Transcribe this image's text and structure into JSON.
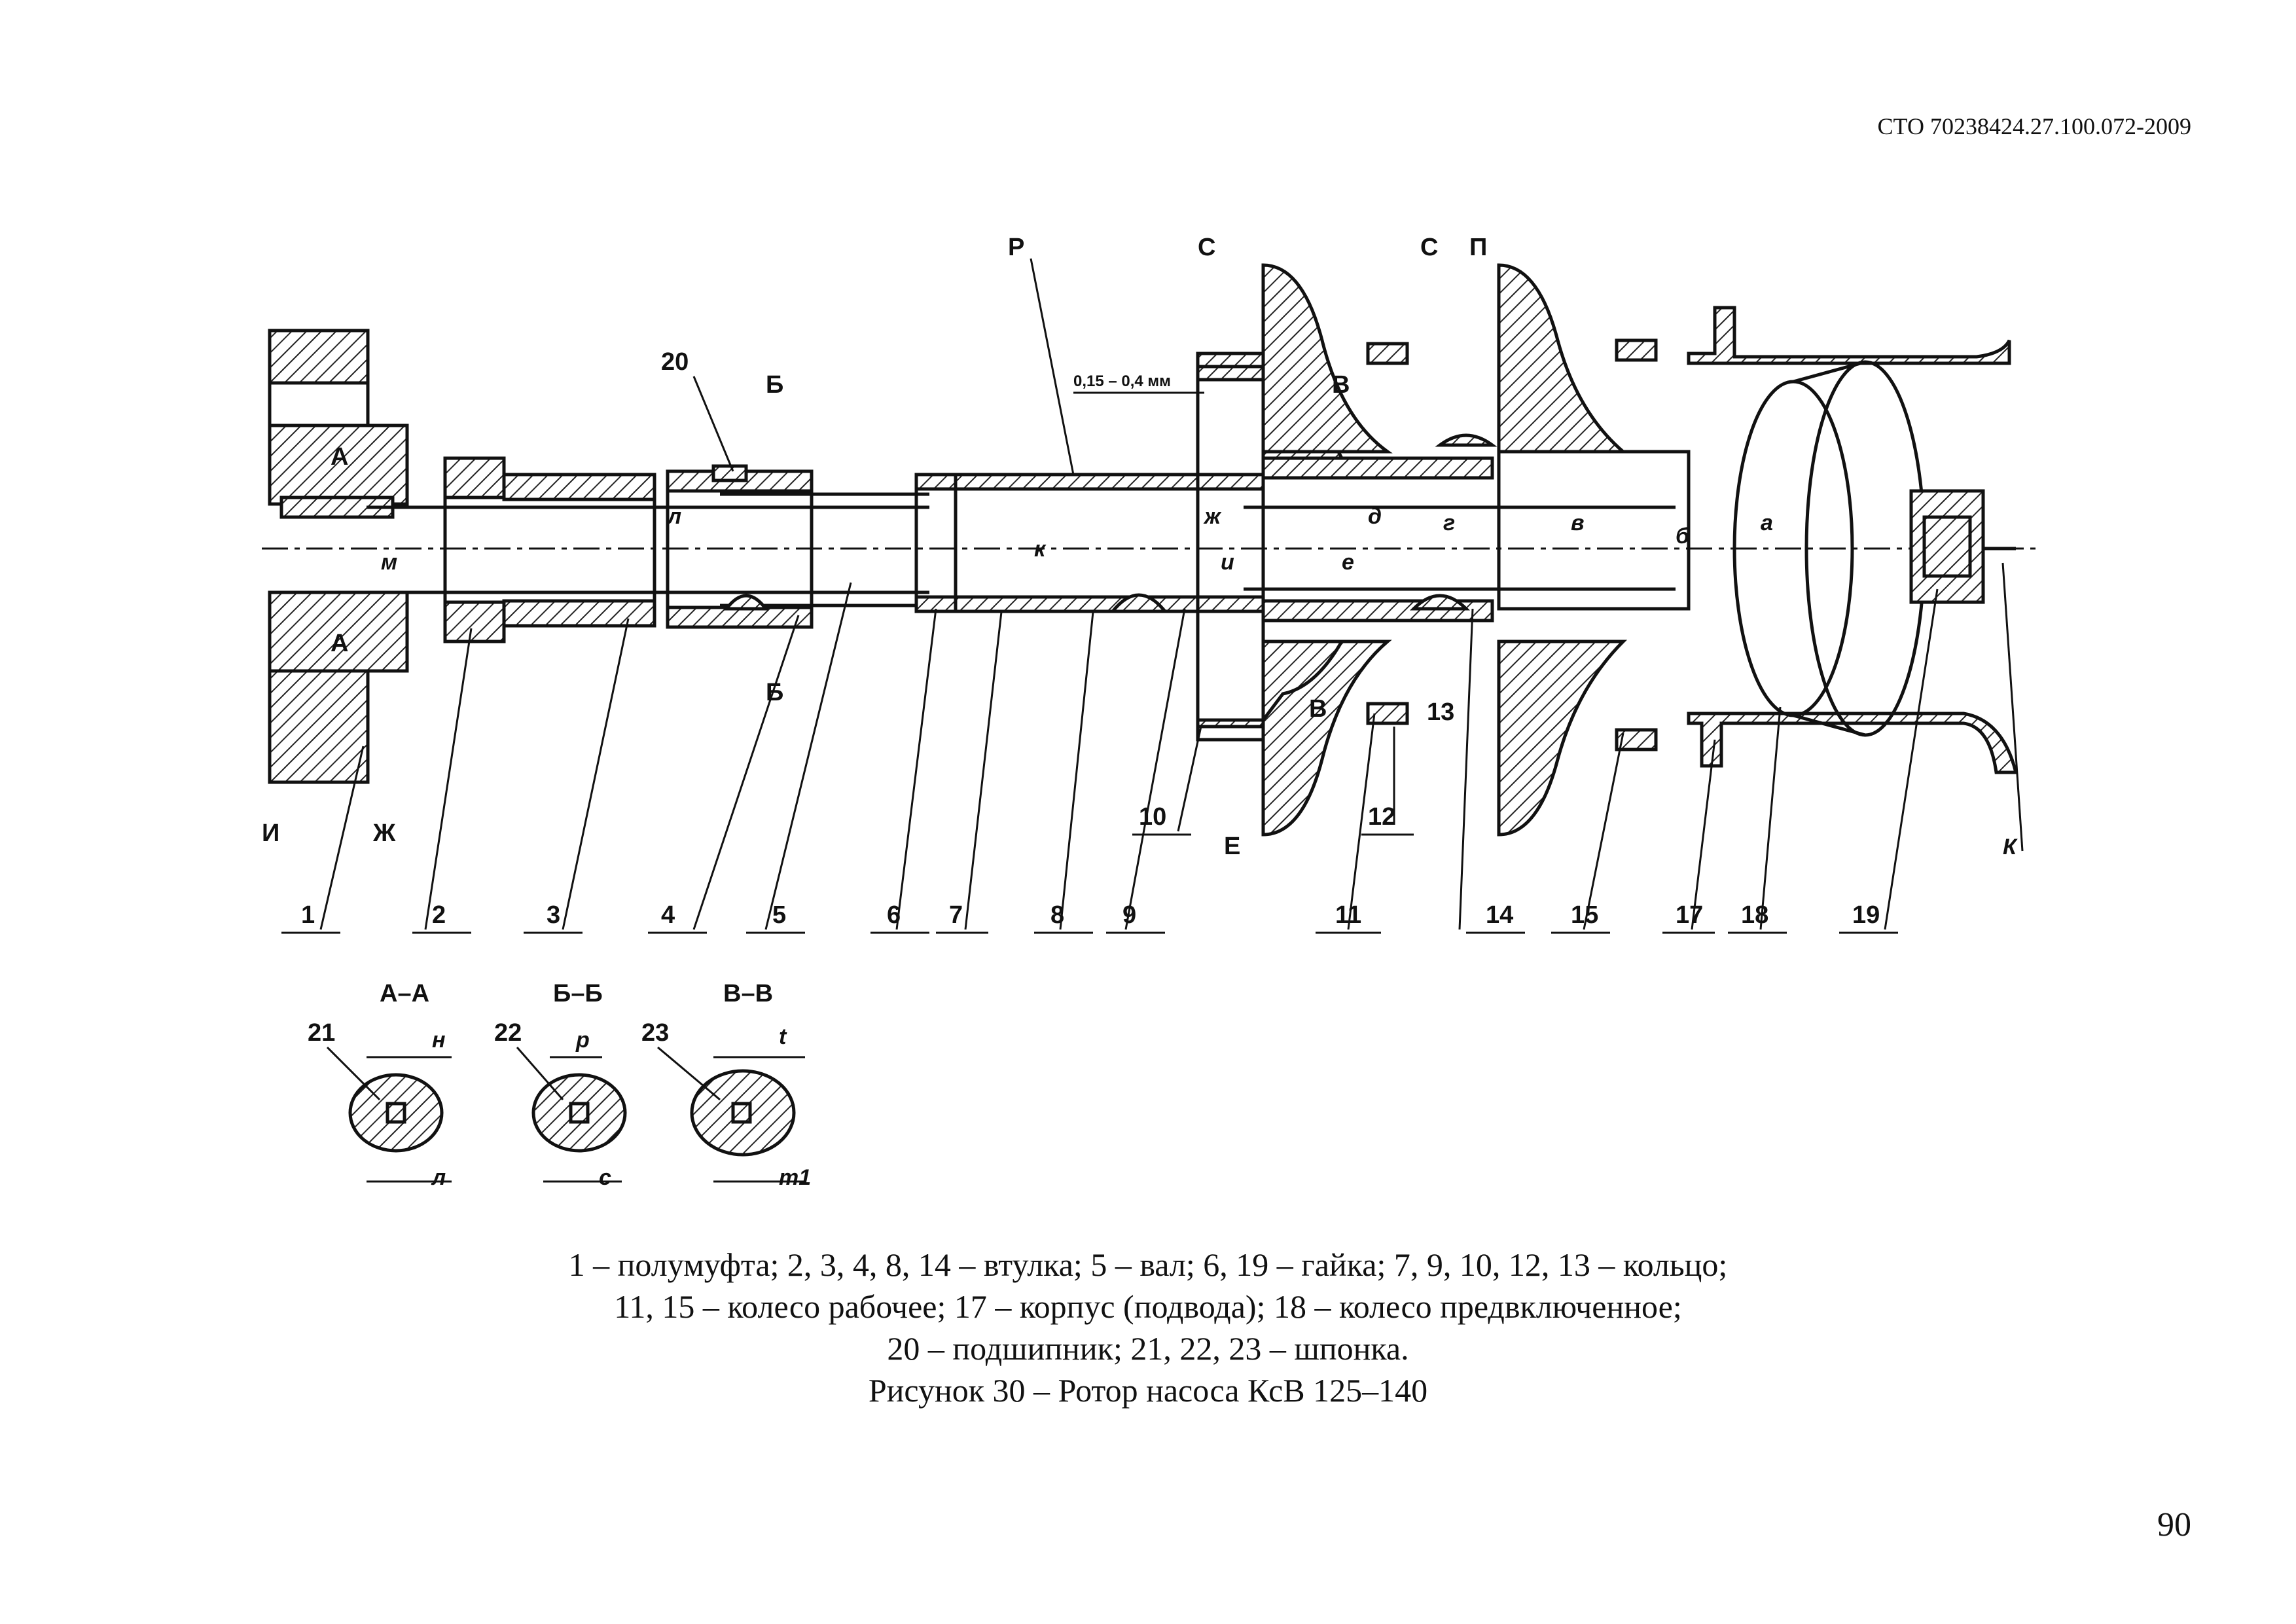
{
  "header": {
    "doc_code": "СТО 70238424.27.100.072-2009"
  },
  "figure": {
    "part_labels": [
      "1",
      "2",
      "3",
      "4",
      "5",
      "6",
      "7",
      "8",
      "9",
      "10",
      "11",
      "12",
      "13",
      "14",
      "15",
      "17",
      "18",
      "19",
      "20",
      "21",
      "22",
      "23"
    ],
    "letter_labels": {
      "I": "И",
      "Zh": "Ж",
      "E": "Е",
      "K": "К",
      "P": "П",
      "R": "Р",
      "S": "С",
      "A": "А",
      "B": "Б",
      "V": "В"
    },
    "dim_letters": [
      "а",
      "б",
      "в",
      "г",
      "д",
      "е",
      "ж",
      "и",
      "к",
      "л",
      "м",
      "н",
      "р",
      "с",
      "t",
      "m1"
    ],
    "gap_note": "0,15 – 0,4 мм",
    "sections": [
      "А–А",
      "Б–Б",
      "В–В"
    ]
  },
  "caption": {
    "line1": "1 – полумуфта; 2, 3, 4, 8, 14 – втулка; 5 – вал; 6, 19 – гайка; 7, 9, 10, 12, 13 – кольцо;",
    "line2": "11, 15 – колесо рабочее; 17 – корпус (подвода); 18 – колесо предвключенное;",
    "line3": "20 – подшипник; 21, 22, 23 – шпонка.",
    "title": "Рисунок 30 – Ротор насоса КсВ 125–140"
  },
  "footer": {
    "page_number": "90"
  }
}
